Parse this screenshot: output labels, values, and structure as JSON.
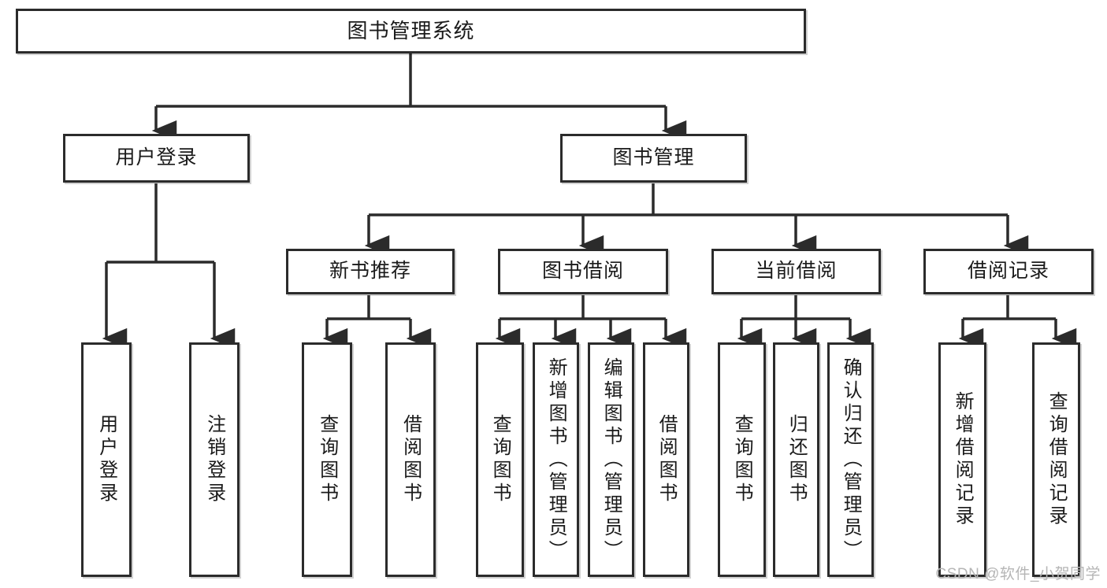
{
  "diagram": {
    "title": "图书管理系统",
    "type": "tree",
    "watermark": "CSDN @软件_小贺同学",
    "colors": {
      "box_border": "#2b2b2b",
      "box_fill": "#ffffff",
      "connector": "#2b2b2b",
      "background": "#ffffff",
      "watermark": "#b5b5b5"
    },
    "nodes": {
      "root": {
        "label": "图书管理系统"
      },
      "level1": [
        {
          "id": "user-login",
          "label": "用户登录"
        },
        {
          "id": "book-management",
          "label": "图书管理"
        }
      ],
      "level2": [
        {
          "id": "new-book-recommend",
          "label": "新书推荐"
        },
        {
          "id": "book-borrow",
          "label": "图书借阅"
        },
        {
          "id": "current-borrow",
          "label": "当前借阅"
        },
        {
          "id": "borrow-record",
          "label": "借阅记录"
        }
      ],
      "leaves": {
        "user_login": [
          {
            "id": "leaf-user-login",
            "label": "用户登录"
          },
          {
            "id": "leaf-logout-login",
            "label": "注销登录"
          }
        ],
        "new_book_recommend": [
          {
            "id": "leaf-query-book-1",
            "label": "查询图书"
          },
          {
            "id": "leaf-borrow-book-1",
            "label": "借阅图书"
          }
        ],
        "book_borrow": [
          {
            "id": "leaf-query-book-2",
            "label": "查询图书"
          },
          {
            "id": "leaf-add-book",
            "label": "新增图书（管理员）"
          },
          {
            "id": "leaf-edit-book",
            "label": "编辑图书（管理员）"
          },
          {
            "id": "leaf-borrow-book-2",
            "label": "借阅图书"
          }
        ],
        "current_borrow": [
          {
            "id": "leaf-query-book-3",
            "label": "查询图书"
          },
          {
            "id": "leaf-return-book",
            "label": "归还图书"
          },
          {
            "id": "leaf-confirm-return",
            "label": "确认归还（管理员）"
          }
        ],
        "borrow_record": [
          {
            "id": "leaf-add-record",
            "label": "新增借阅记录"
          },
          {
            "id": "leaf-query-record",
            "label": "查询借阅记录"
          }
        ]
      }
    },
    "edges": [
      {
        "from": "图书管理系统",
        "to": "用户登录"
      },
      {
        "from": "图书管理系统",
        "to": "图书管理"
      },
      {
        "from": "用户登录",
        "to": "用户登录"
      },
      {
        "from": "用户登录",
        "to": "注销登录"
      },
      {
        "from": "图书管理",
        "to": "新书推荐"
      },
      {
        "from": "图书管理",
        "to": "图书借阅"
      },
      {
        "from": "图书管理",
        "to": "当前借阅"
      },
      {
        "from": "图书管理",
        "to": "借阅记录"
      },
      {
        "from": "新书推荐",
        "to": "查询图书"
      },
      {
        "from": "新书推荐",
        "to": "借阅图书"
      },
      {
        "from": "图书借阅",
        "to": "查询图书"
      },
      {
        "from": "图书借阅",
        "to": "新增图书（管理员）"
      },
      {
        "from": "图书借阅",
        "to": "编辑图书（管理员）"
      },
      {
        "from": "图书借阅",
        "to": "借阅图书"
      },
      {
        "from": "当前借阅",
        "to": "查询图书"
      },
      {
        "from": "当前借阅",
        "to": "归还图书"
      },
      {
        "from": "当前借阅",
        "to": "确认归还（管理员）"
      },
      {
        "from": "借阅记录",
        "to": "新增借阅记录"
      },
      {
        "from": "借阅记录",
        "to": "查询借阅记录"
      }
    ]
  }
}
